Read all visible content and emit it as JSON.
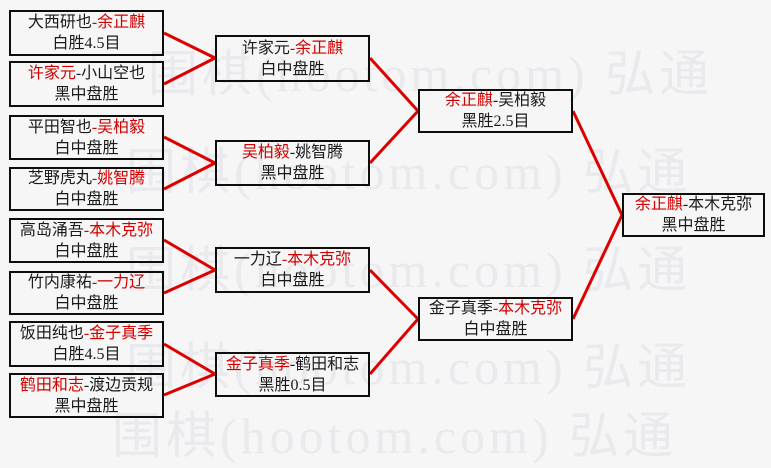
{
  "watermark": {
    "text": "弘通围棋(hootom.com)",
    "row_text": "围棋(hootom.com) 弘通",
    "color": "#e9e9ee"
  },
  "colors": {
    "line": "#dd0000",
    "winner_text": "#d10000",
    "box_border": "#0d0d0d",
    "background": "#f6f6f6"
  },
  "dash": "-",
  "rounds": [
    {
      "matches": [
        {
          "p1": "大西研也",
          "p2": "余正麒",
          "winner": 2,
          "result": "白胜4.5目"
        },
        {
          "p1": "许家元",
          "p2": "小山空也",
          "winner": 1,
          "result": "黑中盘胜"
        },
        {
          "p1": "平田智也",
          "p2": "吴柏毅",
          "winner": 2,
          "result": "白中盘胜"
        },
        {
          "p1": "芝野虎丸",
          "p2": "姚智腾",
          "winner": 2,
          "result": "白中盘胜"
        },
        {
          "p1": "高岛涌吾",
          "p2": "本木克弥",
          "winner": 2,
          "result": "白中盘胜"
        },
        {
          "p1": "竹内康祐",
          "p2": "一力辽",
          "winner": 2,
          "result": "白中盘胜"
        },
        {
          "p1": "饭田纯也",
          "p2": "金子真季",
          "winner": 2,
          "result": "白胜4.5目"
        },
        {
          "p1": "鹤田和志",
          "p2": "渡边贡规",
          "winner": 1,
          "result": "黑中盘胜"
        }
      ]
    },
    {
      "matches": [
        {
          "p1": "许家元",
          "p2": "余正麒",
          "winner": 2,
          "result": "白中盘胜"
        },
        {
          "p1": "吴柏毅",
          "p2": "姚智腾",
          "winner": 1,
          "result": "黑中盘胜"
        },
        {
          "p1": "一力辽",
          "p2": "本木克弥",
          "winner": 2,
          "result": "白中盘胜"
        },
        {
          "p1": "金子真季",
          "p2": "鹤田和志",
          "winner": 1,
          "result": "黑胜0.5目"
        }
      ]
    },
    {
      "matches": [
        {
          "p1": "余正麒",
          "p2": "吴柏毅",
          "winner": 1,
          "result": "黑胜2.5目"
        },
        {
          "p1": "金子真季",
          "p2": "本木克弥",
          "winner": 2,
          "result": "白中盘胜"
        }
      ]
    },
    {
      "matches": [
        {
          "p1": "余正麒",
          "p2": "本木克弥",
          "winner": 1,
          "result": "黑中盘胜"
        }
      ]
    }
  ]
}
